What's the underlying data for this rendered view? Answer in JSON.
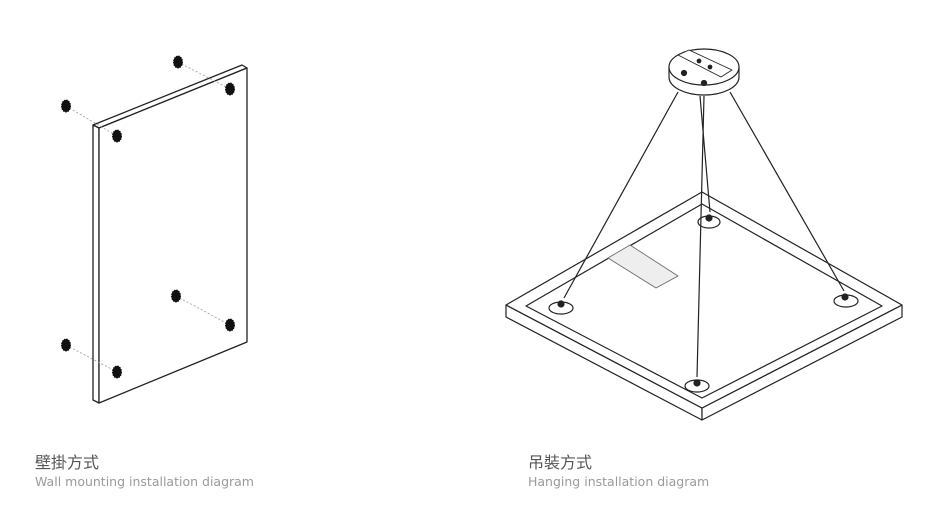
{
  "wall": {
    "title": "壁掛方式",
    "subtitle": "Wall mounting installation diagram"
  },
  "hanging": {
    "title": "吊裝方式",
    "subtitle": "Hanging installation diagram"
  },
  "colors": {
    "line": "#222222",
    "title": "#555555",
    "subtitle": "#9a9a9a"
  }
}
